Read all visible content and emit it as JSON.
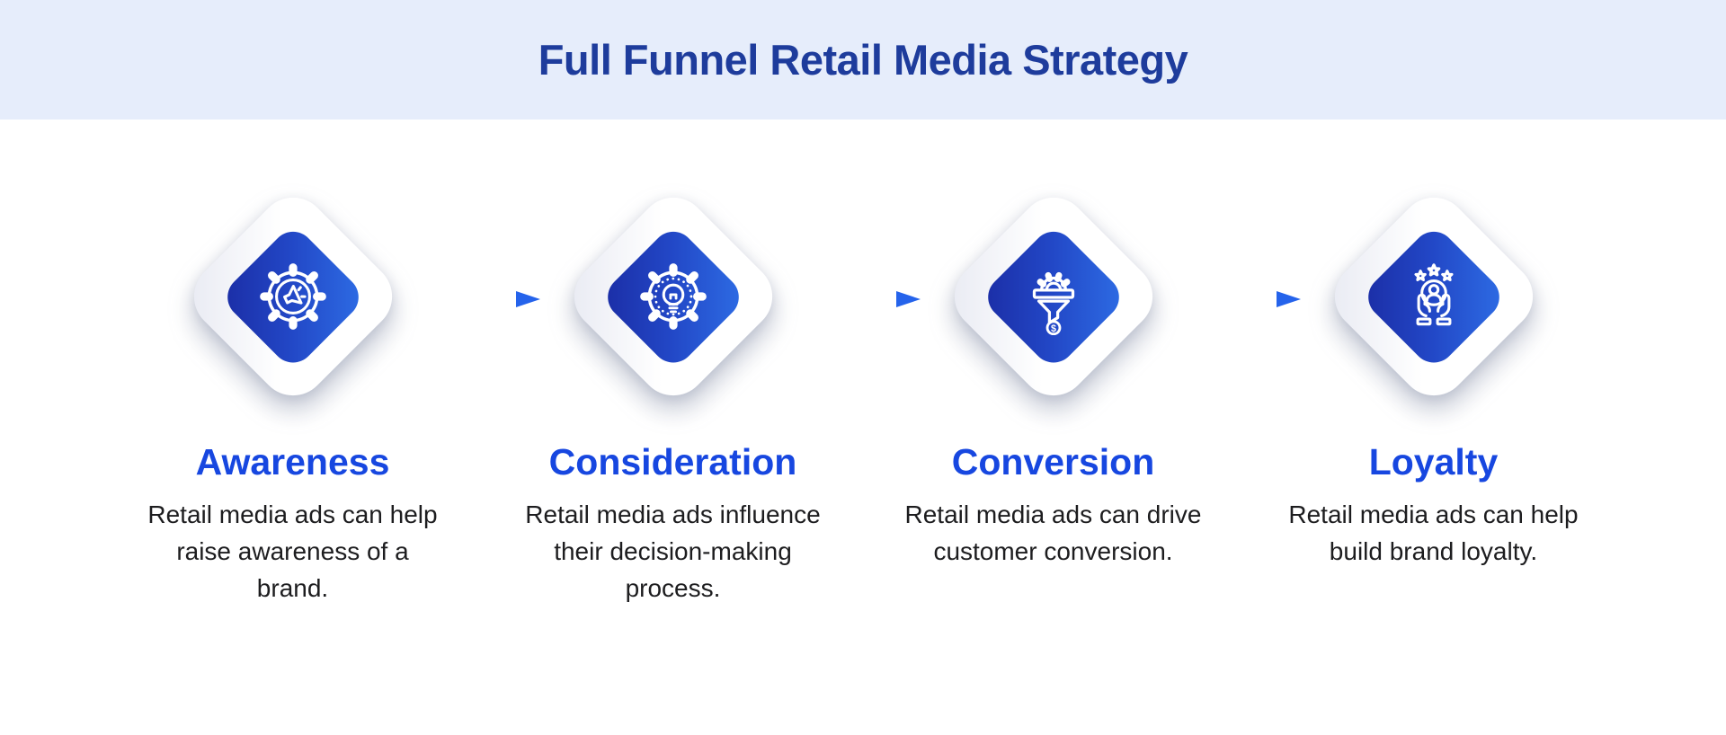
{
  "header": {
    "title": "Full Funnel Retail Media Strategy"
  },
  "stages": [
    {
      "name": "Awareness",
      "description": "Retail media ads can help raise awareness of a brand.",
      "icon": "megaphone-gear-icon"
    },
    {
      "name": "Consideration",
      "description": "Retail media ads influence their decision-making process.",
      "icon": "lightbulb-gear-icon"
    },
    {
      "name": "Conversion",
      "description": "Retail media ads can drive customer conversion.",
      "icon": "funnel-dollar-icon"
    },
    {
      "name": "Loyalty",
      "description": "Retail media ads can help build brand loyalty.",
      "icon": "hands-customer-stars-icon"
    }
  ],
  "colors": {
    "header_background": "#e6edfb",
    "title_text": "#1e3c9c",
    "stage_heading": "#1747e0",
    "body_text": "#1d1d1f",
    "diamond_gradient_start": "#1b2ca4",
    "diamond_gradient_end": "#2e6ee6",
    "arrow": "#2563eb",
    "icon_stroke": "#ffffff"
  }
}
